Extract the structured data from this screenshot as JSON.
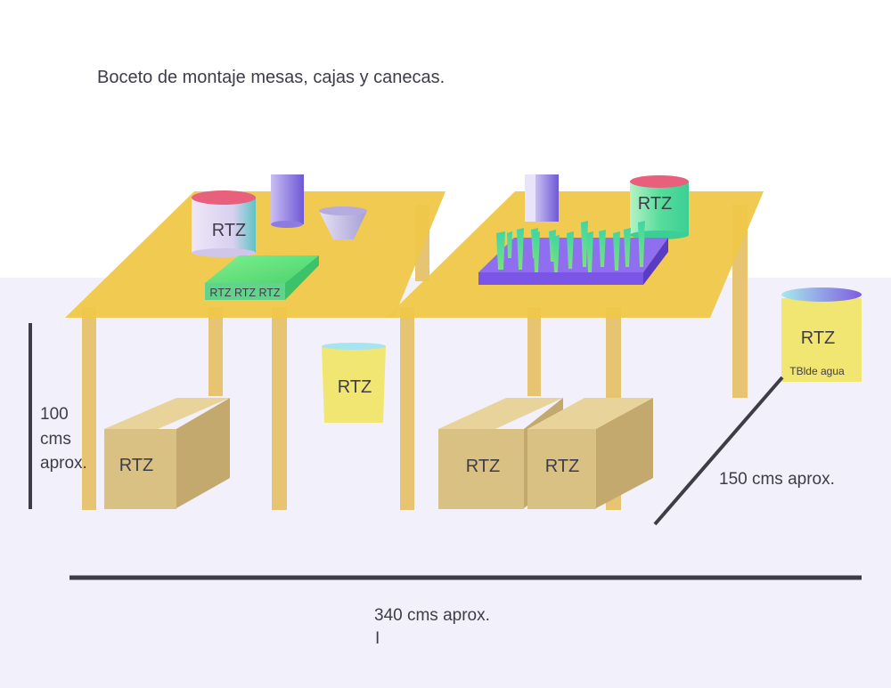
{
  "title": "Boceto de montaje mesas, cajas y canecas.",
  "labels": {
    "rtz": "RTZ",
    "tray_label": "RTZ RTZ RTZ",
    "water_sign": "TBlde agua"
  },
  "dimensions": {
    "height": {
      "line1": "100",
      "line2": "cms",
      "line3": "aprox."
    },
    "depth": "150 cms aprox.",
    "width": "340 cms aprox.",
    "cursor_mark": "I"
  },
  "colors": {
    "table_top": "#efc84a",
    "table_leg": "#e6c472",
    "box": "#d9c184",
    "floor": "#f2f0fb",
    "dimension_line": "#3f3c4a",
    "tray_green": "#5be07a",
    "tray_purple": "#7b56e6",
    "bucket_yellow": "#f2e672",
    "canister_green": "#58dd9c",
    "canister_lid_red": "#e8607c"
  }
}
